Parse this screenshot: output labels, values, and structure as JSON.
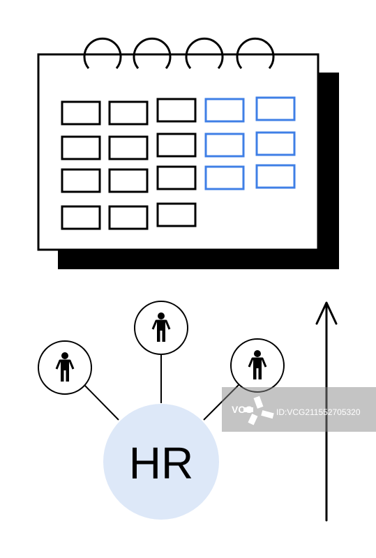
{
  "hub": {
    "label": "HR",
    "fill": "#dde8f8"
  },
  "calendar": {
    "cell_rows": [
      5,
      5,
      5,
      3
    ],
    "highlight_columns": [
      3,
      4
    ],
    "highlight_color": "#3f7fe6"
  },
  "people": [
    {
      "name": "person-left"
    },
    {
      "name": "person-top"
    },
    {
      "name": "person-right"
    }
  ],
  "watermark": {
    "logo_text": "VCG",
    "id_text": "ID:VCG211552705320"
  },
  "colors": {
    "ink": "#000000",
    "paper": "#ffffff"
  }
}
